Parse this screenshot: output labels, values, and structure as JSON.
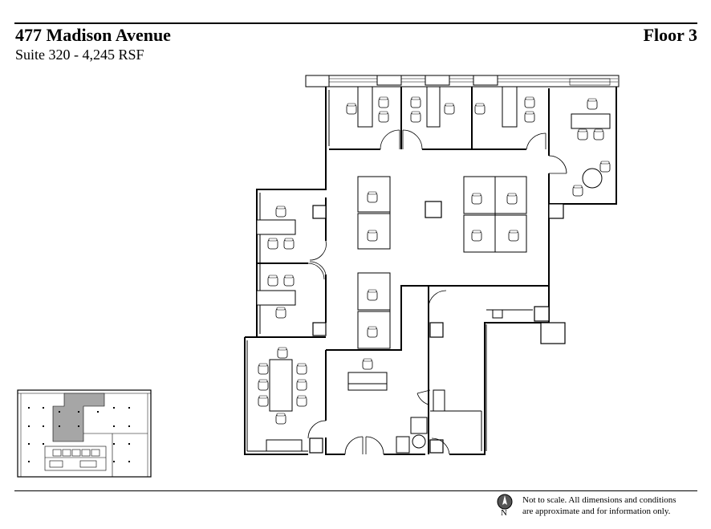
{
  "header": {
    "title": "477 Madison Avenue",
    "subtitle": "Suite 320 - 4,245 RSF",
    "floor_label": "Floor 3"
  },
  "footer": {
    "north_label": "N",
    "disclaimer_line1": "Not to scale. All dimensions and conditions",
    "disclaimer_line2": "are approximate and for information only."
  },
  "colors": {
    "suite_highlight": "#a6a6a6",
    "wall": "#000000"
  },
  "icons": {
    "north_arrow": "north-arrow-icon"
  }
}
